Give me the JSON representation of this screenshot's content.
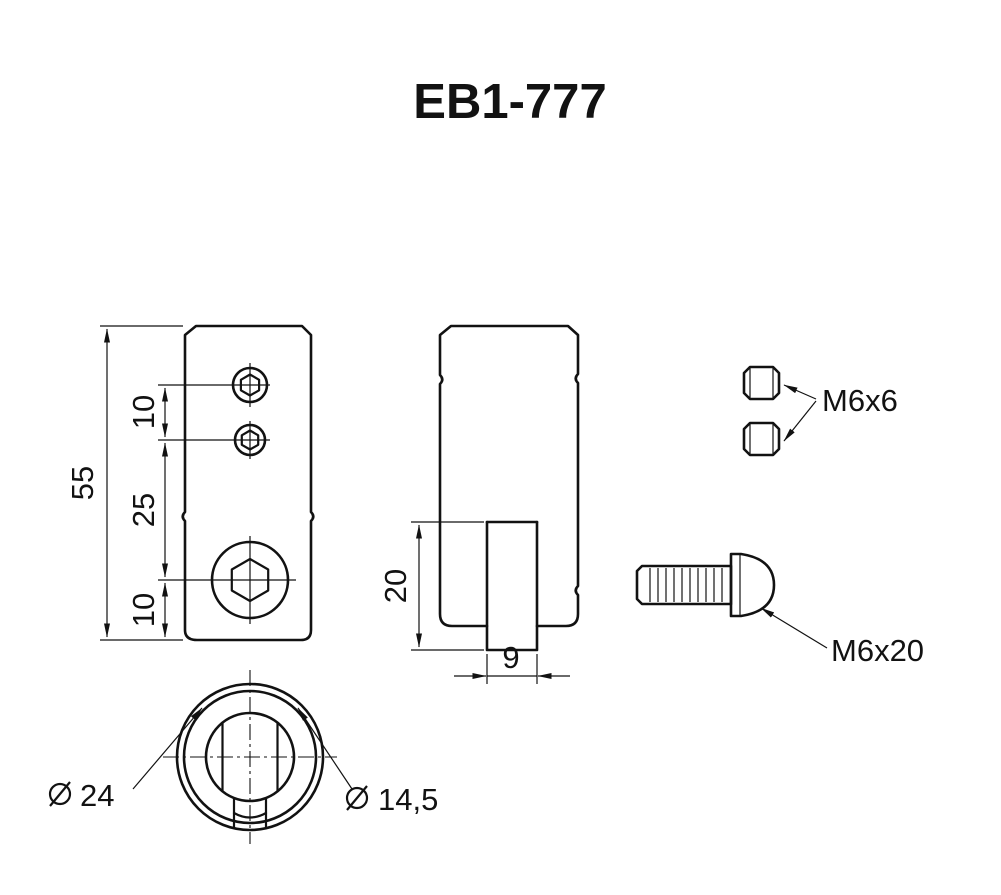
{
  "title": "EB1-777",
  "front_view": {
    "overall_height": "55",
    "screw_spacing": "10",
    "screw_to_hole": "25",
    "hole_to_bottom": "10"
  },
  "side_view": {
    "slot_depth": "20",
    "slot_width": "9"
  },
  "bottom_view": {
    "diameter_symbol": "⌀",
    "outer_diameter": "24",
    "bore_diameter": "14,5"
  },
  "hardware": {
    "set_screw": "M6x6",
    "button_screw": "M6x20"
  },
  "colors": {
    "line": "#121212",
    "background": "#ffffff"
  }
}
